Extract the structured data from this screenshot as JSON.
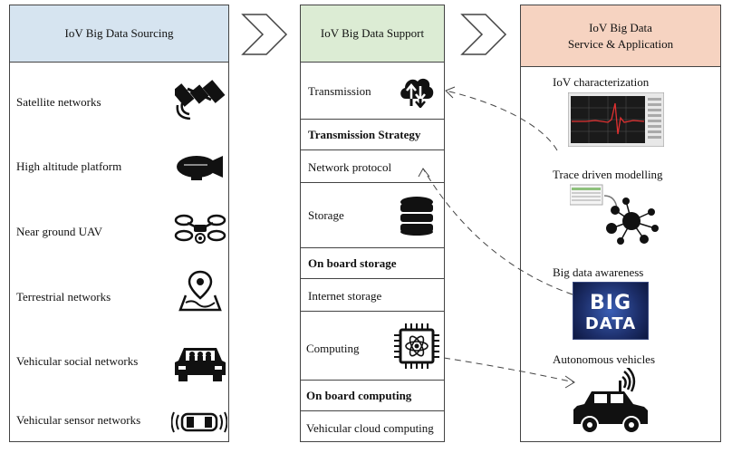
{
  "sourcing": {
    "title": "IoV Big Data Sourcing",
    "items": [
      {
        "label": "Satellite networks",
        "icon": "satellite-icon"
      },
      {
        "label": "High altitude platform",
        "icon": "airship-icon"
      },
      {
        "label": "Near ground UAV",
        "icon": "drone-icon"
      },
      {
        "label": "Terrestrial networks",
        "icon": "map-pin-icon"
      },
      {
        "label": "Vehicular social networks",
        "icon": "car-passengers-icon"
      },
      {
        "label": "Vehicular sensor networks",
        "icon": "car-sensor-icon"
      }
    ]
  },
  "support": {
    "title": "IoV Big Data Support",
    "rows": [
      {
        "label": "Transmission",
        "bold": false,
        "icon": "cloud-transfer-icon"
      },
      {
        "label": "Transmission Strategy",
        "bold": true
      },
      {
        "label": "Network protocol",
        "bold": false
      },
      {
        "label": "Storage",
        "bold": false,
        "icon": "database-icon"
      },
      {
        "label": "On board storage",
        "bold": true
      },
      {
        "label": "Internet storage",
        "bold": false
      },
      {
        "label": "Computing",
        "bold": false,
        "icon": "processor-chip-icon"
      },
      {
        "label": "On board computing",
        "bold": true
      },
      {
        "label": "Vehicular cloud computing",
        "bold": false
      }
    ]
  },
  "service": {
    "title_line1": "IoV Big Data",
    "title_line2": "Service & Application",
    "items": [
      {
        "label": "IoV characterization",
        "icon": "signal-chart-icon"
      },
      {
        "label": "Trace driven modelling",
        "icon": "network-graph-icon"
      },
      {
        "label": "Big data awareness",
        "icon": "big-data-image"
      },
      {
        "label": "Autonomous vehicles",
        "icon": "autonomous-car-icon"
      }
    ],
    "big_data_text": [
      "BIG",
      "DATA"
    ]
  },
  "colors": {
    "sourcing_header": "#d6e4f0",
    "support_header": "#dcecd4",
    "service_header": "#f6d3c1",
    "border": "#444444",
    "chart_bg": "#1a1a1a",
    "chart_line": "#e03030",
    "bigdata_bg": "#1d2f6b"
  }
}
